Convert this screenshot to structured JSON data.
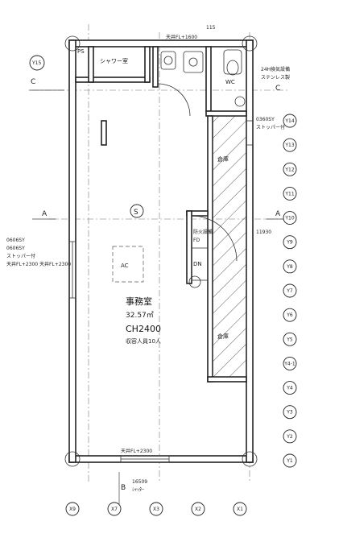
{
  "room": {
    "name": "事務室",
    "area": "32.57㎡",
    "ceiling": "CH2400",
    "note": "収容人員10人",
    "symbol": "S",
    "ac": "AC"
  },
  "rooms": {
    "ps": "PS",
    "shower": "シャワー室",
    "wc": "WC",
    "storage_upper": "倉庫",
    "storage_lower": "倉庫",
    "stair_label": "DN",
    "fire_door": "防火設備",
    "fire_door_sub": "FD"
  },
  "grid_bottom": [
    "Y1",
    "Y2",
    "Y3",
    "Y4",
    "Y4-1",
    "Y5",
    "Y6",
    "Y7",
    "Y8",
    "Y9",
    "Y10",
    "Y11",
    "Y12",
    "Y13",
    "Y14"
  ],
  "grid_left": [
    "X1",
    "X2",
    "X3",
    "X7",
    "X9"
  ],
  "section_markers": {
    "a_top": "A",
    "a_bottom": "A",
    "b": "B",
    "c_top": "C",
    "c_bottom": "C",
    "c_bubble": "Y15"
  },
  "annotations": {
    "top_ceiling": "天井FL+1600",
    "top_ceiling_num": "115",
    "bottom_ceiling": "天井FL+2300",
    "window_code_1": "0606SY",
    "window_code_2": "0606SY",
    "window_note": "ストッパー付",
    "window_ceiling": "天井FL+2300 天井FL+2300",
    "right_window_code": "0360SY",
    "right_window_note": "ストッパー付",
    "vent_note": "24H換気設備",
    "vent_sub": "ステンレス製",
    "dim_mid": "11930",
    "dim_b": "16509",
    "dim_b_sub": "ｼｬｯﾀｰ"
  }
}
